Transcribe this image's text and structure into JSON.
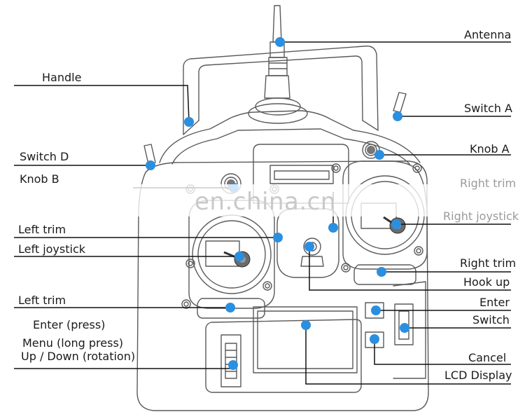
{
  "labels": {
    "antenna": "Antenna",
    "handle": "Handle",
    "switch_a": "Switch A",
    "knob_a": "Knob A",
    "switch_d": "Switch D",
    "knob_b": "Knob B",
    "right_trim_top": "Right trim",
    "right_joystick": "Right joystick",
    "left_trim_upper": "Left trim",
    "left_joystick": "Left joystick",
    "right_trim_lower": "Right trim",
    "hook_up": "Hook up",
    "left_trim_lower": "Left trim",
    "enter": "Enter",
    "switch": "Switch",
    "enter_press": "Enter (press)",
    "menu_long_press": "Menu (long press)",
    "up_down_rotation": "Up / Down (rotation)",
    "cancel": "Cancel",
    "lcd_display": "LCD Display"
  },
  "watermark": "en.china.cn",
  "colors": {
    "marker": "#2b8fe0",
    "line": "#111111",
    "outline": "#5a5a5a"
  }
}
